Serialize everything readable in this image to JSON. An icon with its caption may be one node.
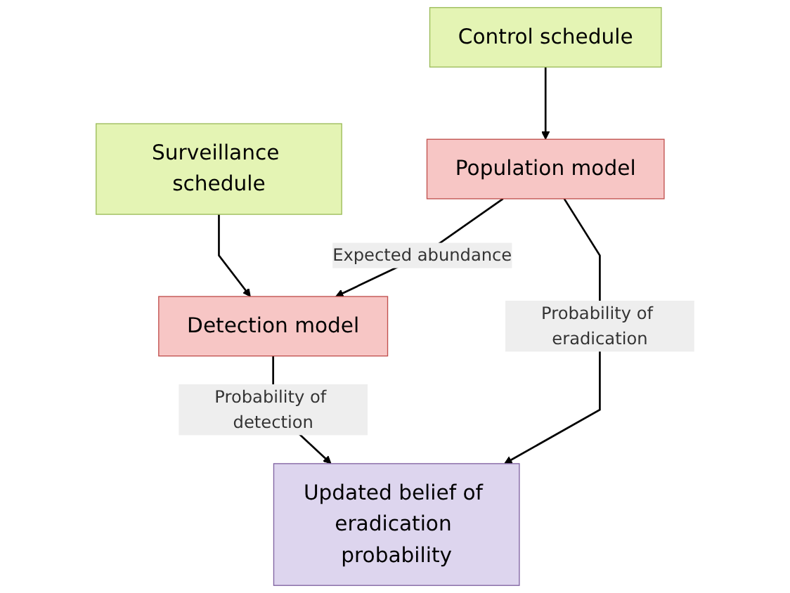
{
  "diagram": {
    "nodes": [
      {
        "text": [
          "Control schedule"
        ]
      },
      {
        "text": [
          "Surveillance schedule"
        ]
      },
      {
        "text": [
          "Population model"
        ]
      },
      {
        "text": [
          "Detection model"
        ]
      },
      {
        "text": [
          "Updated belief of eradication probability"
        ]
      }
    ],
    "edges": [
      {
        "from": 0,
        "to": 2,
        "arrow": "to"
      },
      {
        "from": 1,
        "to": 3,
        "arrow": "to"
      },
      {
        "from": 2,
        "to": 3,
        "arrow": "to",
        "label": "Expected abundance"
      },
      {
        "from": 2,
        "to": 4,
        "arrow": "to",
        "label": "Probability of eradication"
      },
      {
        "from": 3,
        "to": 4,
        "arrow": "to",
        "label": "Probability of detection"
      }
    ]
  }
}
